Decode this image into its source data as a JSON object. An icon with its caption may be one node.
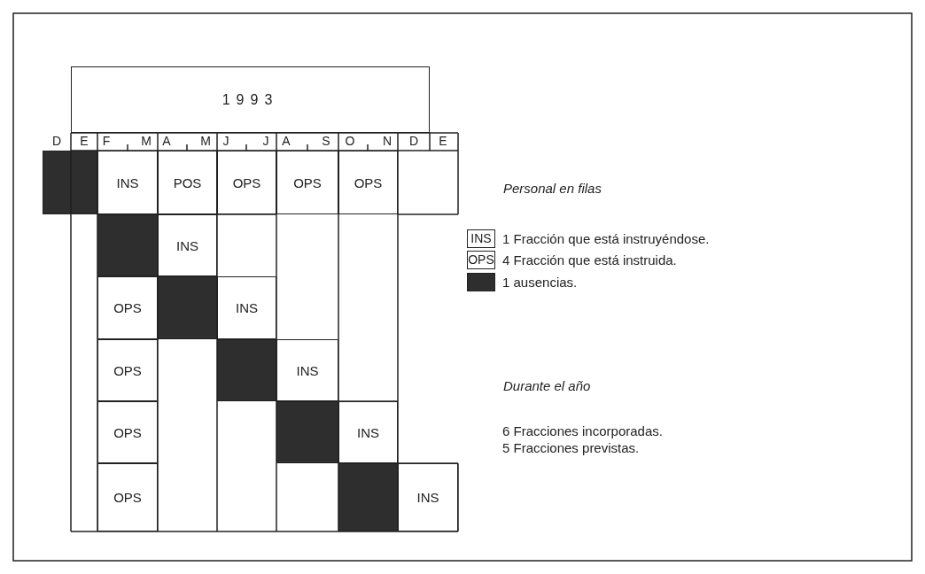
{
  "diagram": {
    "nodes": [
      {
        "text": [
          "1993"
        ]
      },
      {
        "text": [],
        "shape": "box"
      },
      {
        "text": [],
        "shape": "box"
      },
      {
        "text": [
          "INS"
        ]
      },
      {
        "text": [
          "POS"
        ]
      },
      {
        "text": [
          "OPS"
        ]
      },
      {
        "text": [
          "OPS"
        ]
      },
      {
        "text": [
          "OPS"
        ]
      },
      {
        "text": [],
        "shape": "box"
      },
      {
        "text": [
          "INS"
        ]
      },
      {
        "text": [
          "OPS"
        ]
      },
      {
        "text": [],
        "shape": "box"
      },
      {
        "text": [
          "INS"
        ]
      },
      {
        "text": [
          "OPS"
        ]
      },
      {
        "text": [],
        "shape": "box"
      },
      {
        "text": [
          "INS"
        ]
      },
      {
        "text": [
          "OPS"
        ]
      },
      {
        "text": [],
        "shape": "box"
      },
      {
        "text": [
          "INS"
        ]
      },
      {
        "text": [
          "OPS"
        ]
      },
      {
        "text": [],
        "shape": "box"
      },
      {
        "text": [
          "INS"
        ]
      }
    ],
    "edges": [],
    "labels": [
      "D",
      "E",
      "F",
      "M",
      "A",
      "M",
      "J",
      "J",
      "A",
      "S",
      "O",
      "N",
      "D",
      "E",
      "Personal en filas",
      "INS",
      "OPS",
      "Durante el año",
      "6 Fracciones incorporadas.",
      "5 Fracciones previstas."
    ],
    "legend": [
      {
        "text": "1 Fracción que está instruyéndose."
      },
      {
        "text": "4 Fracción que está instruida."
      },
      {
        "text": "1 ausencias.",
        "color": "#2e2e2e"
      }
    ]
  }
}
